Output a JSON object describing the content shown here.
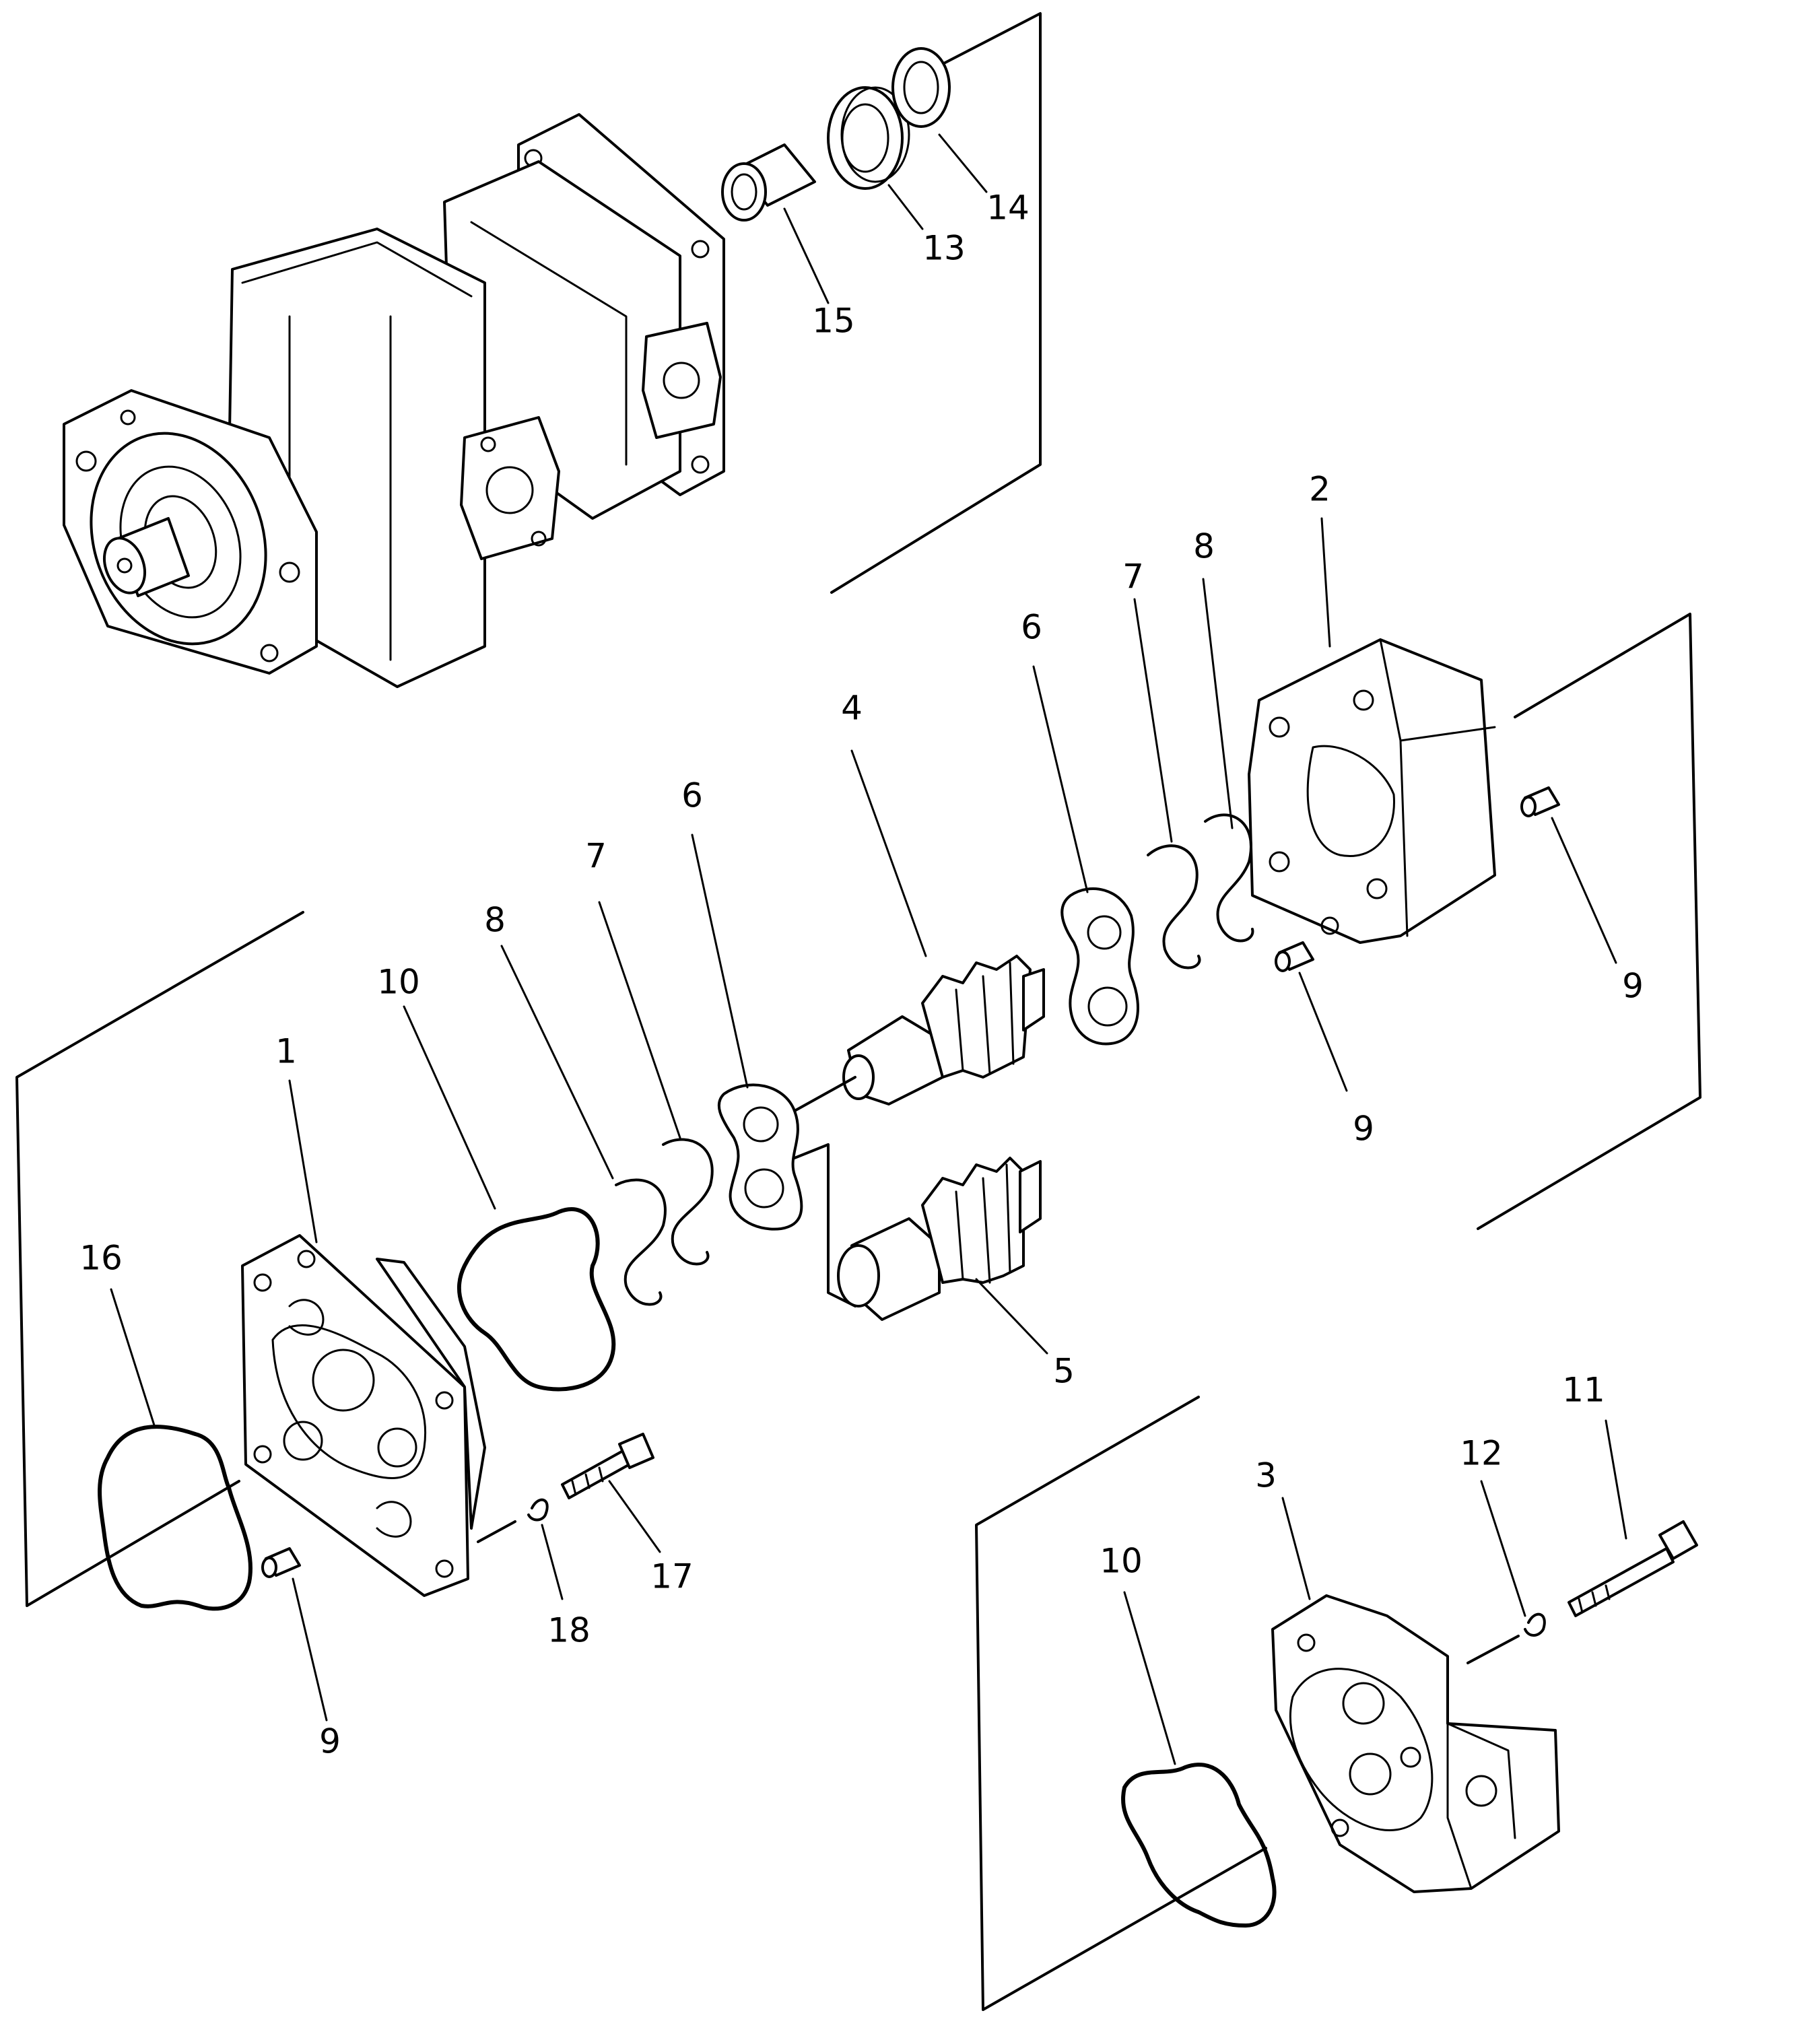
{
  "parts": [
    {
      "id": "label-1",
      "text": "1"
    },
    {
      "id": "label-2",
      "text": "2"
    },
    {
      "id": "label-3",
      "text": "3"
    },
    {
      "id": "label-4",
      "text": "4"
    },
    {
      "id": "label-5",
      "text": "5"
    },
    {
      "id": "label-6-left",
      "text": "6"
    },
    {
      "id": "label-6-right",
      "text": "6"
    },
    {
      "id": "label-7-left",
      "text": "7"
    },
    {
      "id": "label-7-right",
      "text": "7"
    },
    {
      "id": "label-8-left",
      "text": "8"
    },
    {
      "id": "label-8-right",
      "text": "8"
    },
    {
      "id": "label-9-left",
      "text": "9"
    },
    {
      "id": "label-9-center",
      "text": "9"
    },
    {
      "id": "label-9-right",
      "text": "9"
    },
    {
      "id": "label-10-left",
      "text": "10"
    },
    {
      "id": "label-10-bottom",
      "text": "10"
    },
    {
      "id": "label-11",
      "text": "11"
    },
    {
      "id": "label-12",
      "text": "12"
    },
    {
      "id": "label-13",
      "text": "13"
    },
    {
      "id": "label-14",
      "text": "14"
    },
    {
      "id": "label-15",
      "text": "15"
    },
    {
      "id": "label-16",
      "text": "16"
    },
    {
      "id": "label-17",
      "text": "17"
    },
    {
      "id": "label-18",
      "text": "18"
    }
  ],
  "colors": {
    "ink": "#000000",
    "paper": "#ffffff"
  }
}
